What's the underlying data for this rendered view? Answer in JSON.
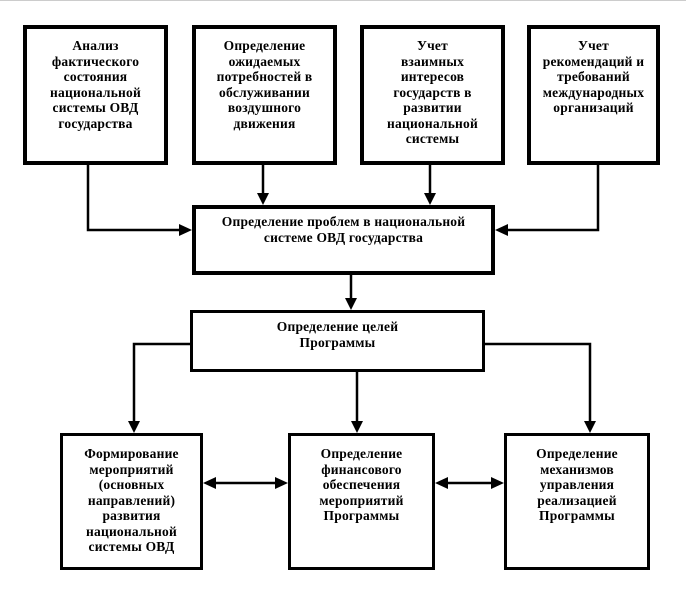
{
  "diagram": {
    "background_color": "#ffffff",
    "line_color": "#000000",
    "boxes": {
      "top": [
        {
          "label": "Анализ\nфактического\nсостояния\nнациональной\nсистемы ОВД\nгосударства"
        },
        {
          "label": "Определение\nожидаемых\nпотребностей в\nобслуживании\nвоздушного\nдвижения"
        },
        {
          "label": "Учет\nвзаимных\nинтересов\nгосударств в\nразвитии\nнациональной\nсистемы"
        },
        {
          "label": "Учет\nрекомендаций и\nтребований\nмеждународных\nорганизаций"
        }
      ],
      "problems": {
        "label": "Определение проблем в национальной\nсистеме ОВД государства"
      },
      "goals": {
        "label": "Определение целей\nПрограммы"
      },
      "bottom": [
        {
          "label": "Формирование\nмероприятий\n(основных\nнаправлений)\nразвития\nнациональной\nсистемы ОВД"
        },
        {
          "label": "Определение\nфинансового\nобеспечения\nмероприятий\nПрограммы"
        },
        {
          "label": "Определение\nмеханизмов\nуправления\nреализацией\nПрограммы"
        }
      ]
    }
  }
}
